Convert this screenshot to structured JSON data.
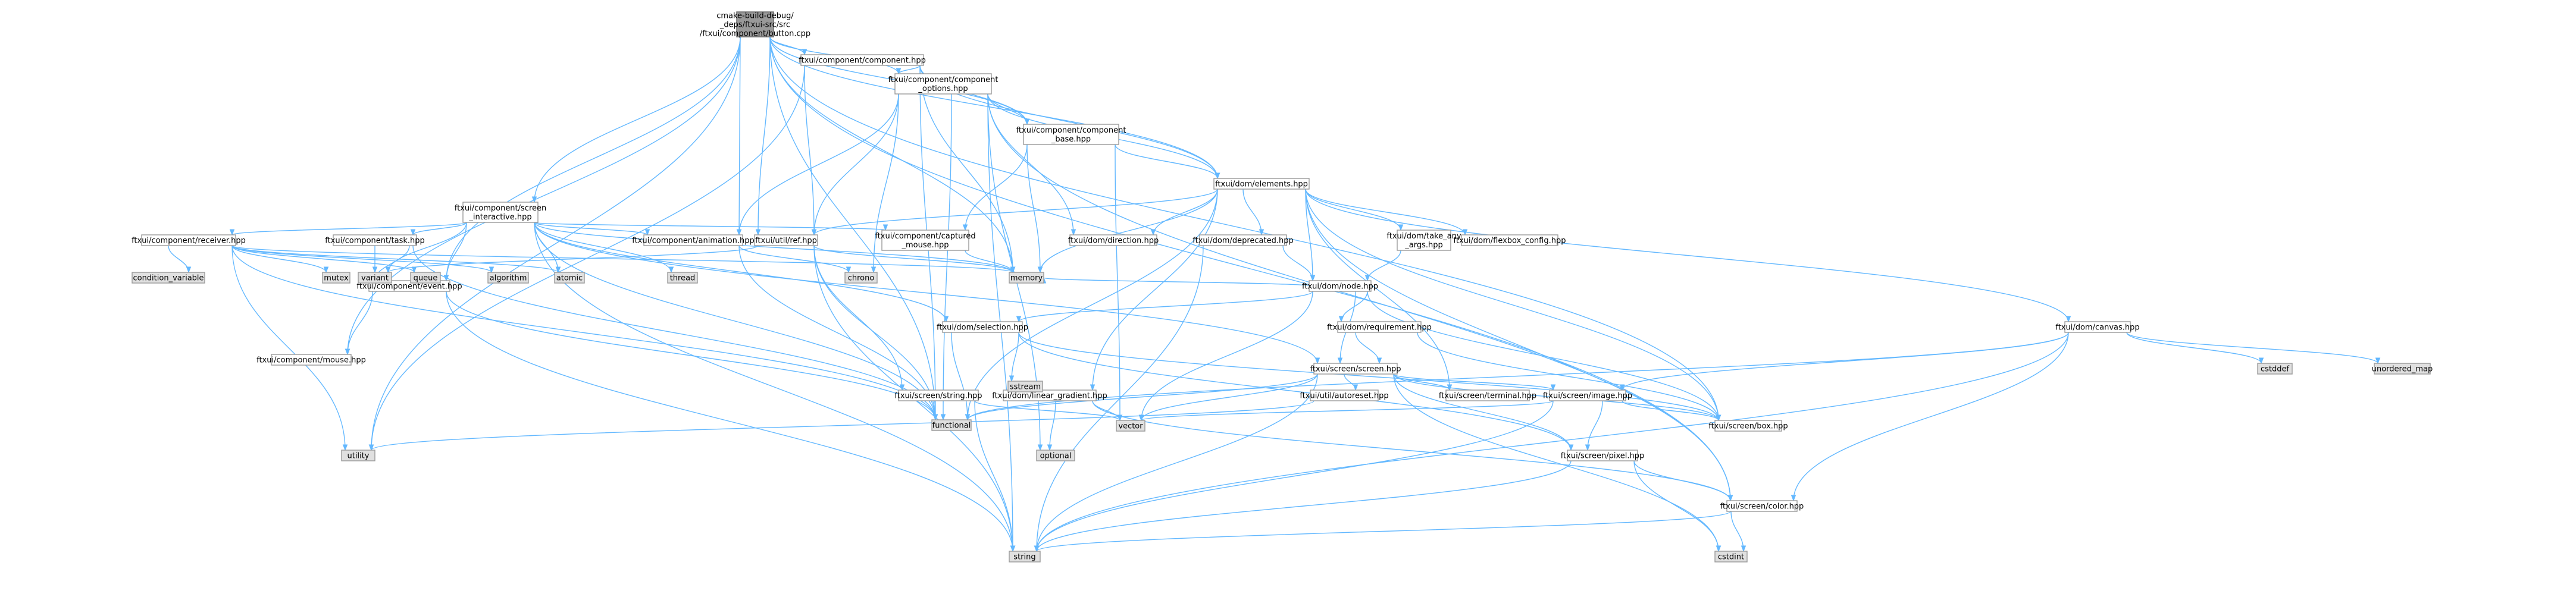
{
  "colors": {
    "root_fill": "#999999",
    "root_stroke": "#666666",
    "node_fill": "#ffffff",
    "node_stroke": "#999999",
    "system_fill": "#e0e0e0",
    "system_stroke": "#999999",
    "edge": "#63b8ff"
  },
  "nodes": [
    {
      "id": "root",
      "label": [
        "cmake-build-debug/",
        "_deps/ftxui-src/src",
        "/ftxui/component/button.cpp"
      ],
      "kind": "root"
    },
    {
      "id": "component_hpp",
      "label": [
        "ftxui/component/component.hpp"
      ],
      "kind": "file"
    },
    {
      "id": "component_options",
      "label": [
        "ftxui/component/component",
        "_options.hpp"
      ],
      "kind": "file"
    },
    {
      "id": "component_base",
      "label": [
        "ftxui/component/component",
        "_base.hpp"
      ],
      "kind": "file"
    },
    {
      "id": "elements",
      "label": [
        "ftxui/dom/elements.hpp"
      ],
      "kind": "file"
    },
    {
      "id": "screen_interactive",
      "label": [
        "ftxui/component/screen",
        "_interactive.hpp"
      ],
      "kind": "file"
    },
    {
      "id": "receiver",
      "label": [
        "ftxui/component/receiver.hpp"
      ],
      "kind": "file"
    },
    {
      "id": "task",
      "label": [
        "ftxui/component/task.hpp"
      ],
      "kind": "file"
    },
    {
      "id": "animation",
      "label": [
        "ftxui/component/animation.hpp"
      ],
      "kind": "file"
    },
    {
      "id": "ref",
      "label": [
        "ftxui/util/ref.hpp"
      ],
      "kind": "file"
    },
    {
      "id": "captured_mouse",
      "label": [
        "ftxui/component/captured",
        "_mouse.hpp"
      ],
      "kind": "file"
    },
    {
      "id": "direction",
      "label": [
        "ftxui/dom/direction.hpp"
      ],
      "kind": "file"
    },
    {
      "id": "deprecated",
      "label": [
        "ftxui/dom/deprecated.hpp"
      ],
      "kind": "file"
    },
    {
      "id": "take_any_args",
      "label": [
        "ftxui/dom/take_any",
        "_args.hpp"
      ],
      "kind": "file"
    },
    {
      "id": "flexbox_config",
      "label": [
        "ftxui/dom/flexbox_config.hpp"
      ],
      "kind": "file"
    },
    {
      "id": "node",
      "label": [
        "ftxui/dom/node.hpp"
      ],
      "kind": "file"
    },
    {
      "id": "requirement",
      "label": [
        "ftxui/dom/requirement.hpp"
      ],
      "kind": "file"
    },
    {
      "id": "event",
      "label": [
        "ftxui/component/event.hpp"
      ],
      "kind": "file"
    },
    {
      "id": "mouse",
      "label": [
        "ftxui/component/mouse.hpp"
      ],
      "kind": "file"
    },
    {
      "id": "selection",
      "label": [
        "ftxui/dom/selection.hpp"
      ],
      "kind": "file"
    },
    {
      "id": "screen_screen",
      "label": [
        "ftxui/screen/screen.hpp"
      ],
      "kind": "file"
    },
    {
      "id": "canvas",
      "label": [
        "ftxui/dom/canvas.hpp"
      ],
      "kind": "file"
    },
    {
      "id": "screen_string",
      "label": [
        "ftxui/screen/string.hpp"
      ],
      "kind": "file"
    },
    {
      "id": "linear_gradient",
      "label": [
        "ftxui/dom/linear_gradient.hpp"
      ],
      "kind": "file"
    },
    {
      "id": "autoreset",
      "label": [
        "ftxui/util/autoreset.hpp"
      ],
      "kind": "file"
    },
    {
      "id": "terminal",
      "label": [
        "ftxui/screen/terminal.hpp"
      ],
      "kind": "file"
    },
    {
      "id": "image",
      "label": [
        "ftxui/screen/image.hpp"
      ],
      "kind": "file"
    },
    {
      "id": "box",
      "label": [
        "ftxui/screen/box.hpp"
      ],
      "kind": "file"
    },
    {
      "id": "pixel",
      "label": [
        "ftxui/screen/pixel.hpp"
      ],
      "kind": "file"
    },
    {
      "id": "color",
      "label": [
        "ftxui/screen/color.hpp"
      ],
      "kind": "file"
    },
    {
      "id": "functional",
      "label": [
        "functional"
      ],
      "kind": "system"
    },
    {
      "id": "memory",
      "label": [
        "memory"
      ],
      "kind": "system"
    },
    {
      "id": "chrono",
      "label": [
        "chrono"
      ],
      "kind": "system"
    },
    {
      "id": "string",
      "label": [
        "string"
      ],
      "kind": "system"
    },
    {
      "id": "vector",
      "label": [
        "vector"
      ],
      "kind": "system"
    },
    {
      "id": "utility",
      "label": [
        "utility"
      ],
      "kind": "system"
    },
    {
      "id": "optional",
      "label": [
        "optional"
      ],
      "kind": "system"
    },
    {
      "id": "variant",
      "label": [
        "variant"
      ],
      "kind": "system"
    },
    {
      "id": "thread",
      "label": [
        "thread"
      ],
      "kind": "system"
    },
    {
      "id": "atomic",
      "label": [
        "atomic"
      ],
      "kind": "system"
    },
    {
      "id": "algorithm",
      "label": [
        "algorithm"
      ],
      "kind": "system"
    },
    {
      "id": "queue",
      "label": [
        "queue"
      ],
      "kind": "system"
    },
    {
      "id": "mutex",
      "label": [
        "mutex"
      ],
      "kind": "system"
    },
    {
      "id": "condition_variable",
      "label": [
        "condition_variable"
      ],
      "kind": "system"
    },
    {
      "id": "sstream",
      "label": [
        "sstream"
      ],
      "kind": "system"
    },
    {
      "id": "cstddef",
      "label": [
        "cstddef"
      ],
      "kind": "system"
    },
    {
      "id": "unordered_map",
      "label": [
        "unordered_map"
      ],
      "kind": "system"
    },
    {
      "id": "cstdint",
      "label": [
        "cstdint"
      ],
      "kind": "system"
    }
  ],
  "edges": [
    [
      "root",
      "component_hpp"
    ],
    [
      "root",
      "component_options"
    ],
    [
      "root",
      "component_base"
    ],
    [
      "root",
      "elements"
    ],
    [
      "root",
      "screen_interactive"
    ],
    [
      "root",
      "animation"
    ],
    [
      "root",
      "ref"
    ],
    [
      "root",
      "event"
    ],
    [
      "root",
      "mouse"
    ],
    [
      "root",
      "box"
    ],
    [
      "root",
      "color"
    ],
    [
      "root",
      "functional"
    ],
    [
      "root",
      "memory"
    ],
    [
      "root",
      "utility"
    ],
    [
      "component_hpp",
      "component_options"
    ],
    [
      "component_hpp",
      "component_base"
    ],
    [
      "component_hpp",
      "elements"
    ],
    [
      "component_hpp",
      "ref"
    ],
    [
      "component_hpp",
      "functional"
    ],
    [
      "component_hpp",
      "memory"
    ],
    [
      "component_hpp",
      "utility"
    ],
    [
      "component_options",
      "animation"
    ],
    [
      "component_options",
      "component_base"
    ],
    [
      "component_options",
      "direction"
    ],
    [
      "component_options",
      "elements"
    ],
    [
      "component_options",
      "color"
    ],
    [
      "component_options",
      "ref"
    ],
    [
      "component_options",
      "chrono"
    ],
    [
      "component_options",
      "functional"
    ],
    [
      "component_options",
      "optional"
    ],
    [
      "component_options",
      "string"
    ],
    [
      "component_base",
      "captured_mouse"
    ],
    [
      "component_base",
      "elements"
    ],
    [
      "component_base",
      "memory"
    ],
    [
      "component_base",
      "vector"
    ],
    [
      "elements",
      "canvas"
    ],
    [
      "elements",
      "direction"
    ],
    [
      "elements",
      "deprecated"
    ],
    [
      "elements",
      "flexbox_config"
    ],
    [
      "elements",
      "linear_gradient"
    ],
    [
      "elements",
      "node"
    ],
    [
      "elements",
      "box"
    ],
    [
      "elements",
      "color"
    ],
    [
      "elements",
      "terminal"
    ],
    [
      "elements",
      "ref"
    ],
    [
      "elements",
      "take_any_args"
    ],
    [
      "elements",
      "functional"
    ],
    [
      "elements",
      "memory"
    ],
    [
      "screen_interactive",
      "animation"
    ],
    [
      "screen_interactive",
      "captured_mouse"
    ],
    [
      "screen_interactive",
      "event"
    ],
    [
      "screen_interactive",
      "receiver"
    ],
    [
      "screen_interactive",
      "task"
    ],
    [
      "screen_interactive",
      "selection"
    ],
    [
      "screen_interactive",
      "screen_screen"
    ],
    [
      "screen_interactive",
      "atomic"
    ],
    [
      "screen_interactive",
      "functional"
    ],
    [
      "screen_interactive",
      "memory"
    ],
    [
      "screen_interactive",
      "string"
    ],
    [
      "screen_interactive",
      "thread"
    ],
    [
      "screen_interactive",
      "variant"
    ],
    [
      "receiver",
      "algorithm"
    ],
    [
      "receiver",
      "atomic"
    ],
    [
      "receiver",
      "condition_variable"
    ],
    [
      "receiver",
      "functional"
    ],
    [
      "receiver",
      "memory"
    ],
    [
      "receiver",
      "mutex"
    ],
    [
      "receiver",
      "queue"
    ],
    [
      "receiver",
      "utility"
    ],
    [
      "task",
      "event"
    ],
    [
      "task",
      "functional"
    ],
    [
      "task",
      "variant"
    ],
    [
      "animation",
      "chrono"
    ],
    [
      "animation",
      "functional"
    ],
    [
      "ref",
      "screen_string"
    ],
    [
      "ref",
      "memory"
    ],
    [
      "ref",
      "string"
    ],
    [
      "ref",
      "variant"
    ],
    [
      "ref",
      "functional"
    ],
    [
      "captured_mouse",
      "memory"
    ],
    [
      "deprecated",
      "node"
    ],
    [
      "deprecated",
      "string"
    ],
    [
      "take_any_args",
      "node"
    ],
    [
      "node",
      "requirement"
    ],
    [
      "node",
      "selection"
    ],
    [
      "node",
      "box"
    ],
    [
      "node",
      "screen_screen"
    ],
    [
      "node",
      "memory"
    ],
    [
      "node",
      "vector"
    ],
    [
      "requirement",
      "box"
    ],
    [
      "requirement",
      "screen_screen"
    ],
    [
      "event",
      "mouse"
    ],
    [
      "event",
      "functional"
    ],
    [
      "event",
      "string"
    ],
    [
      "selection",
      "functional"
    ],
    [
      "selection",
      "sstream"
    ],
    [
      "selection",
      "box"
    ],
    [
      "selection",
      "pixel"
    ],
    [
      "screen_screen",
      "functional"
    ],
    [
      "screen_screen",
      "string"
    ],
    [
      "screen_screen",
      "vector"
    ],
    [
      "screen_screen",
      "image"
    ],
    [
      "screen_screen",
      "pixel"
    ],
    [
      "screen_screen",
      "box"
    ],
    [
      "screen_screen",
      "terminal"
    ],
    [
      "screen_screen",
      "autoreset"
    ],
    [
      "screen_screen",
      "cstdint"
    ],
    [
      "canvas",
      "cstddef"
    ],
    [
      "canvas",
      "functional"
    ],
    [
      "canvas",
      "string"
    ],
    [
      "canvas",
      "unordered_map"
    ],
    [
      "canvas",
      "color"
    ],
    [
      "canvas",
      "image"
    ],
    [
      "screen_string",
      "string"
    ],
    [
      "screen_string",
      "vector"
    ],
    [
      "linear_gradient",
      "optional"
    ],
    [
      "linear_gradient",
      "vector"
    ],
    [
      "linear_gradient",
      "color"
    ],
    [
      "autoreset",
      "utility"
    ],
    [
      "image",
      "string"
    ],
    [
      "image",
      "vector"
    ],
    [
      "image",
      "box"
    ],
    [
      "image",
      "pixel"
    ],
    [
      "pixel",
      "cstdint"
    ],
    [
      "pixel",
      "string"
    ],
    [
      "pixel",
      "color"
    ],
    [
      "color",
      "cstdint"
    ],
    [
      "color",
      "string"
    ]
  ]
}
